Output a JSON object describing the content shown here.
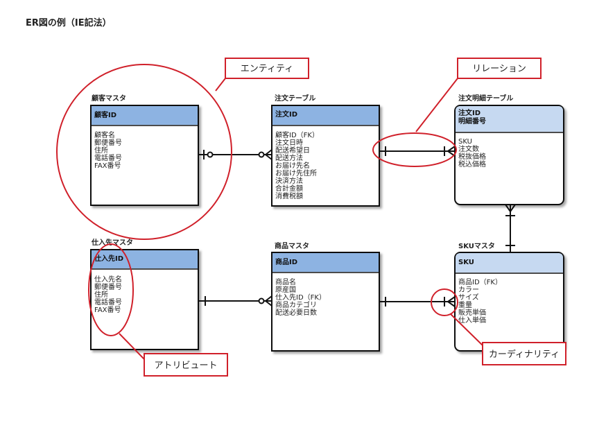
{
  "title": "ER図の例（IE記法）",
  "entities": [
    {
      "id": "customer",
      "label": "顧客マスタ",
      "keys": [
        "顧客ID"
      ],
      "attrs": [
        "顧客名",
        "郵便番号",
        "住所",
        "電話番号",
        "FAX番号"
      ],
      "rounded": false
    },
    {
      "id": "order",
      "label": "注文テーブル",
      "keys": [
        "注文ID"
      ],
      "attrs": [
        "顧客ID（FK）",
        "注文日時",
        "配送希望日",
        "配送方法",
        "お届け先名",
        "お届け先住所",
        "決済方法",
        "合計金額",
        "消費税額"
      ],
      "rounded": false
    },
    {
      "id": "orderdetail",
      "label": "注文明細テーブル",
      "keys": [
        "注文ID",
        "明細番号"
      ],
      "attrs": [
        "SKU",
        "注文数",
        "税抜価格",
        "税込価格"
      ],
      "rounded": true
    },
    {
      "id": "supplier",
      "label": "仕入先マスタ",
      "keys": [
        "仕入先ID"
      ],
      "attrs": [
        "仕入先名",
        "郵便番号",
        "住所",
        "電話番号",
        "FAX番号"
      ],
      "rounded": false
    },
    {
      "id": "product",
      "label": "商品マスタ",
      "keys": [
        "商品ID"
      ],
      "attrs": [
        "商品名",
        "原産国",
        "仕入先ID（FK）",
        "商品カテゴリ",
        "配送必要日数"
      ],
      "rounded": false
    },
    {
      "id": "sku",
      "label": "SKUマスタ",
      "keys": [
        "SKU"
      ],
      "attrs": [
        "商品ID（FK）",
        "カラー",
        "サイズ",
        "重量",
        "販売単価",
        "仕入単価"
      ],
      "rounded": true
    }
  ],
  "callouts": [
    {
      "id": "entity",
      "text": "エンティティ"
    },
    {
      "id": "relation",
      "text": "リレーション"
    },
    {
      "id": "attribute",
      "text": "アトリビュート"
    },
    {
      "id": "cardinality",
      "text": "カーディナリティ"
    }
  ],
  "colors": {
    "entity_header": "#8db3e2",
    "entity_header_light": "#c6d9f1",
    "border": "#111111",
    "callout_red": "#d0202a"
  }
}
